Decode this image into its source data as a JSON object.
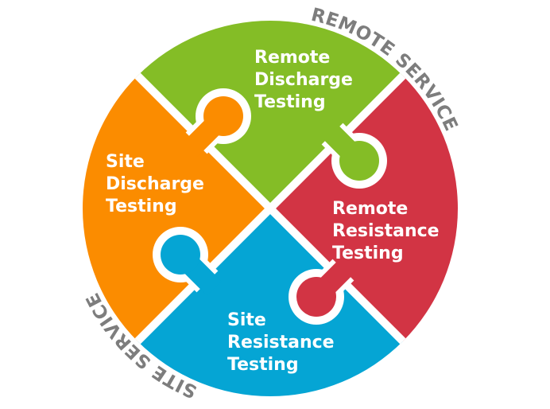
{
  "colors": {
    "remote_discharge": "#84bd26",
    "remote_resistance": "#d23444",
    "site_resistance": "#05a5d4",
    "site_discharge": "#fb8c00",
    "arc_text": "#7d7d7d"
  },
  "pieces": {
    "remote_discharge": [
      "Remote",
      "Discharge",
      "Testing"
    ],
    "remote_resistance": [
      "Remote",
      "Resistance",
      "Testing"
    ],
    "site_resistance": [
      "Site",
      "Resistance",
      "Testing"
    ],
    "site_discharge": [
      "Site",
      "Discharge",
      "Testing"
    ]
  },
  "arcs": {
    "remote": "REMOTE SERVICE",
    "site": "SITE SERVICE"
  }
}
